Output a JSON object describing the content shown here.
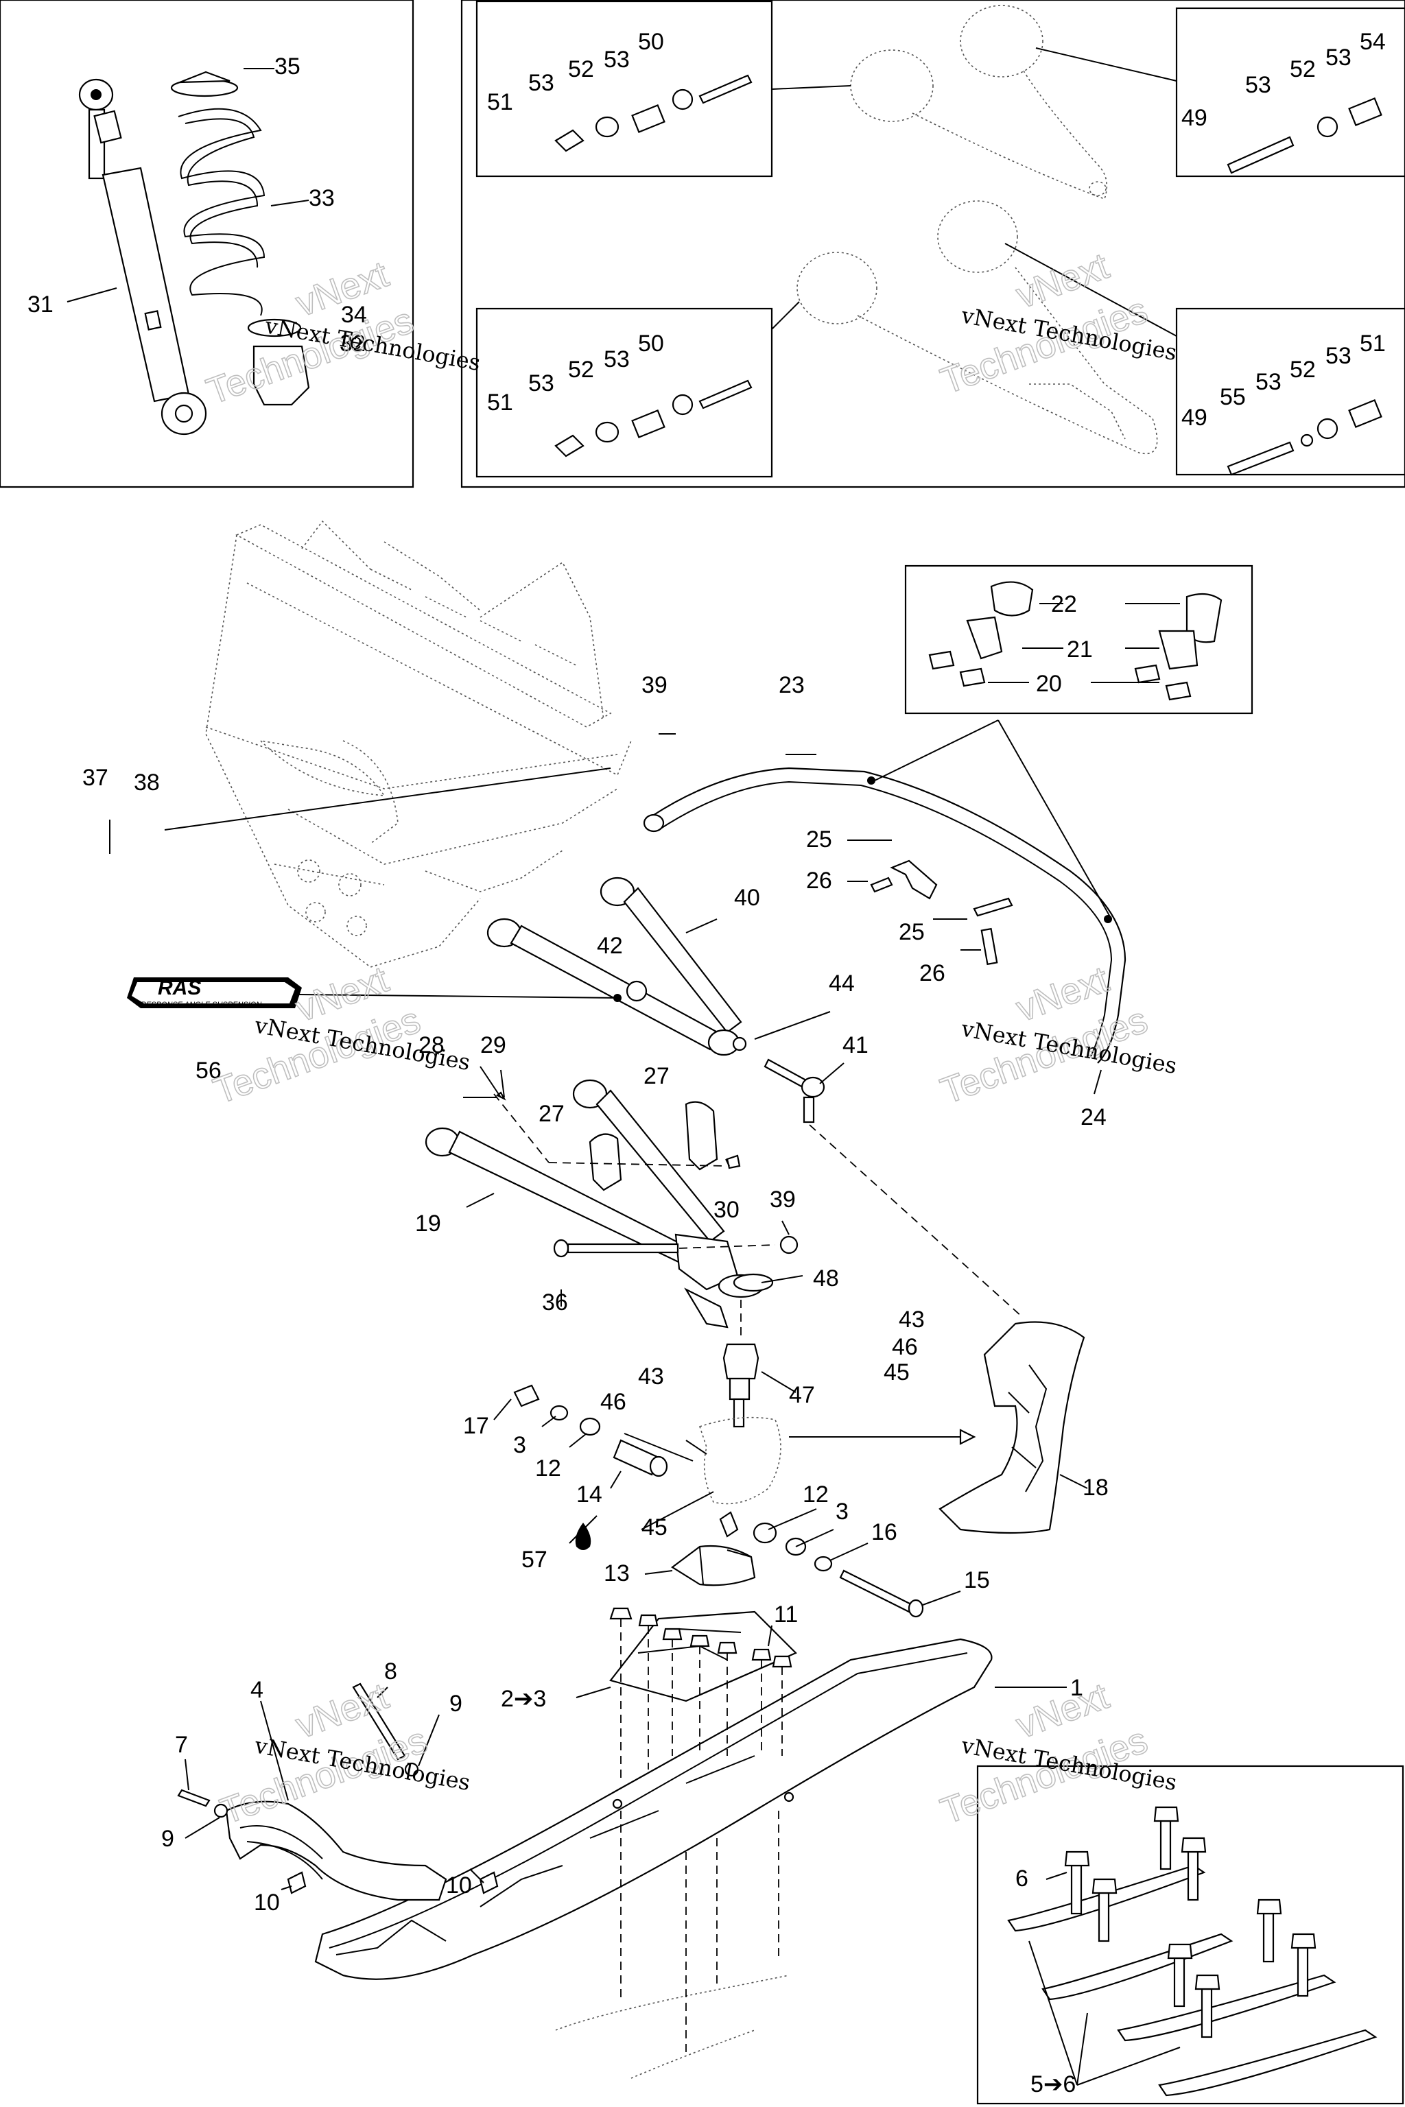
{
  "watermark": {
    "company": "vNext Technologies",
    "big_top": "vNext",
    "big_bottom": "Technologies"
  },
  "callouts": {
    "c1": "1",
    "c2_3": "2➔3",
    "c3a": "3",
    "c3b": "3",
    "c4": "4",
    "c5_6": "5➔6",
    "c6": "6",
    "c7": "7",
    "c8": "8",
    "c9a": "9",
    "c9b": "9",
    "c10a": "10",
    "c10b": "10",
    "c11": "11",
    "c12a": "12",
    "c12b": "12",
    "c13": "13",
    "c14": "14",
    "c15": "15",
    "c16": "16",
    "c17": "17",
    "c18": "18",
    "c19": "19",
    "c20": "20",
    "c21": "21",
    "c22": "22",
    "c23": "23",
    "c24": "24",
    "c25a": "25",
    "c25b": "25",
    "c26a": "26",
    "c26b": "26",
    "c27a": "27",
    "c27b": "27",
    "c28": "28",
    "c29": "29",
    "c30": "30",
    "c31": "31",
    "c32": "32",
    "c33": "33",
    "c34": "34",
    "c35": "35",
    "c36": "36",
    "c37": "37",
    "c38": "38",
    "c39a": "39",
    "c39b": "39",
    "c40": "40",
    "c41": "41",
    "c42": "42",
    "c43a": "43",
    "c43b": "43",
    "c44": "44",
    "c45a": "45",
    "c45b": "45",
    "c46a": "46",
    "c46b": "46",
    "c47": "47",
    "c48": "48",
    "c49a": "49",
    "c49b": "49",
    "c50a": "50",
    "c50b": "50",
    "c51a": "51",
    "c51b": "51",
    "c51c": "51",
    "c52a": "52",
    "c52b": "52",
    "c52c": "52",
    "c52d": "52",
    "c53a": "53",
    "c53b": "53",
    "c53c": "53",
    "c53d": "53",
    "c53e": "53",
    "c53f": "53",
    "c53g": "53",
    "c53h": "53",
    "c54": "54",
    "c55": "55",
    "c56": "56",
    "c57": "57"
  },
  "logo": {
    "mark": "RAS",
    "tagline": "RESPONSE ANGLE SUSPENSION"
  }
}
